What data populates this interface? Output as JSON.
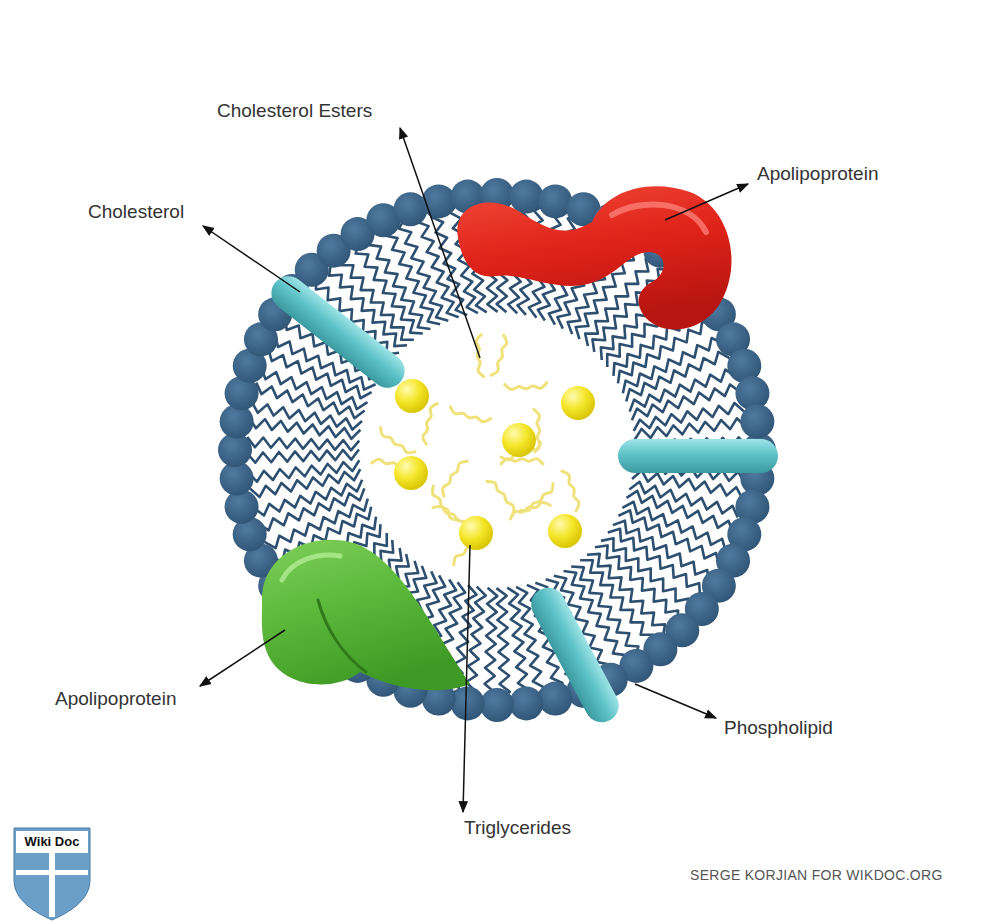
{
  "diagram": {
    "labels": [
      "Cholesterol Esters",
      "Apolipoprotein",
      "Cholesterol",
      "Apolipoprotein",
      "Phospholipid",
      "Triglycerides",
      "Wiki Doc",
      "SERGE KORJIAN FOR WIKDOC.ORG"
    ]
  }
}
